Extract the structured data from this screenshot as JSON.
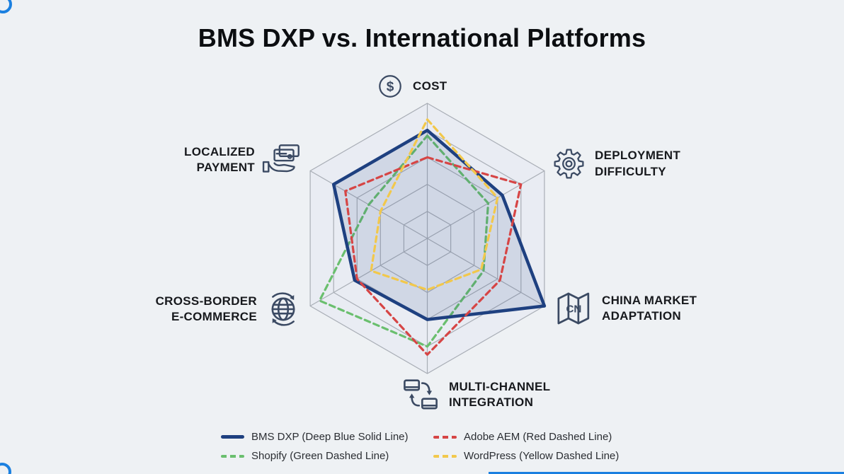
{
  "title": "BMS DXP vs. International Platforms",
  "colors": {
    "background": "#eef1f4",
    "grid": "#a9aeb6",
    "hexagon_fill": "#e9ecf3",
    "series_fill": "rgba(30,64,128,0.12)",
    "icon": "#3b4a63",
    "corner_accent": "#1b80e0",
    "bms_blue": "#1e4080",
    "aem_red": "#d64545",
    "shopify_green": "#6abf6e",
    "wordpress_yellow": "#f2c84b"
  },
  "chart_data": {
    "type": "radar",
    "title": "BMS DXP vs. International Platforms",
    "scale": {
      "min": 0,
      "max": 5,
      "rings": 5,
      "grid": true
    },
    "legend_position": "bottom",
    "axes": [
      {
        "id": "cost",
        "label": "COST",
        "lines": [
          "COST"
        ],
        "icon": "dollar-circle-icon"
      },
      {
        "id": "deployment-difficulty",
        "label": "DEPLOYMENT DIFFICULTY",
        "lines": [
          "DEPLOYMENT",
          "DIFFICULTY"
        ],
        "icon": "gear-icon"
      },
      {
        "id": "china-market-adaptation",
        "label": "CHINA MARKET ADAPTATION",
        "lines": [
          "CHINA MARKET",
          "ADAPTATION"
        ],
        "icon": "china-map-icon"
      },
      {
        "id": "multi-channel-integration",
        "label": "MULTI-CHANNEL INTEGRATION",
        "lines": [
          "MULTI-CHANNEL",
          "INTEGRATION"
        ],
        "icon": "sync-devices-icon"
      },
      {
        "id": "cross-border-ecommerce",
        "label": "CROSS-BORDER E-COMMERCE",
        "lines": [
          "CROSS-BORDER",
          "E-COMMERCE"
        ],
        "icon": "globe-sync-icon"
      },
      {
        "id": "localized-payment",
        "label": "LOCALIZED PAYMENT",
        "lines": [
          "LOCALIZED",
          "PAYMENT"
        ],
        "icon": "payment-hand-icon"
      }
    ],
    "series": [
      {
        "name": "BMS DXP",
        "legend_label": "BMS DXP (Deep Blue Solid Line)",
        "color": "#1e4080",
        "line_style": "solid",
        "fill": true,
        "values": [
          4.0,
          3.2,
          5.0,
          3.0,
          3.1,
          4.0
        ]
      },
      {
        "name": "Adobe AEM",
        "legend_label": "Adobe AEM (Red Dashed Line)",
        "color": "#d64545",
        "line_style": "dashed",
        "fill": false,
        "values": [
          3.0,
          4.0,
          3.1,
          4.3,
          3.0,
          3.5
        ]
      },
      {
        "name": "Shopify",
        "legend_label": "Shopify (Green Dashed Line)",
        "color": "#6abf6e",
        "line_style": "dashed",
        "fill": false,
        "values": [
          3.8,
          2.6,
          2.4,
          4.0,
          4.6,
          2.5
        ]
      },
      {
        "name": "WordPress",
        "legend_label": "WordPress (Yellow Dashed Line)",
        "color": "#f2c84b",
        "line_style": "dashed",
        "fill": false,
        "values": [
          4.4,
          3.0,
          2.3,
          1.9,
          2.4,
          2.0
        ]
      }
    ]
  }
}
